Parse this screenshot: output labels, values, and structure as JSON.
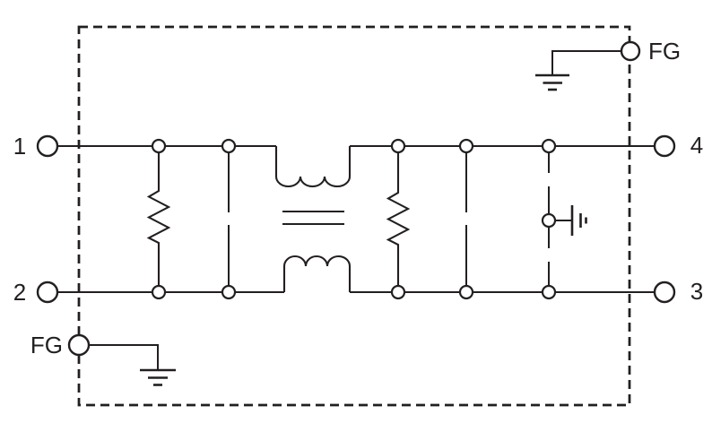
{
  "colors": {
    "line": "#231f20",
    "background": "#ffffff"
  },
  "labels": {
    "terminal_1": "1",
    "terminal_2": "2",
    "terminal_3": "3",
    "terminal_4": "4",
    "frame_ground_top": "FG",
    "frame_ground_bottom": "FG"
  },
  "components": [
    {
      "name": "dashed-enclosure"
    },
    {
      "name": "terminal-1-left-top"
    },
    {
      "name": "terminal-2-left-bottom"
    },
    {
      "name": "terminal-4-right-top"
    },
    {
      "name": "terminal-3-right-bottom"
    },
    {
      "name": "frame-ground-terminal-top-right"
    },
    {
      "name": "frame-ground-terminal-bottom-left"
    },
    {
      "name": "shunt-resistor-input"
    },
    {
      "name": "across-line-capacitor-input"
    },
    {
      "name": "common-mode-choke-with-core"
    },
    {
      "name": "shunt-resistor-output"
    },
    {
      "name": "across-line-capacitor-output"
    },
    {
      "name": "line-to-ground-capacitor-pair"
    },
    {
      "name": "earth-ground-top"
    },
    {
      "name": "earth-ground-bottom"
    },
    {
      "name": "earth-ground-middle"
    }
  ]
}
